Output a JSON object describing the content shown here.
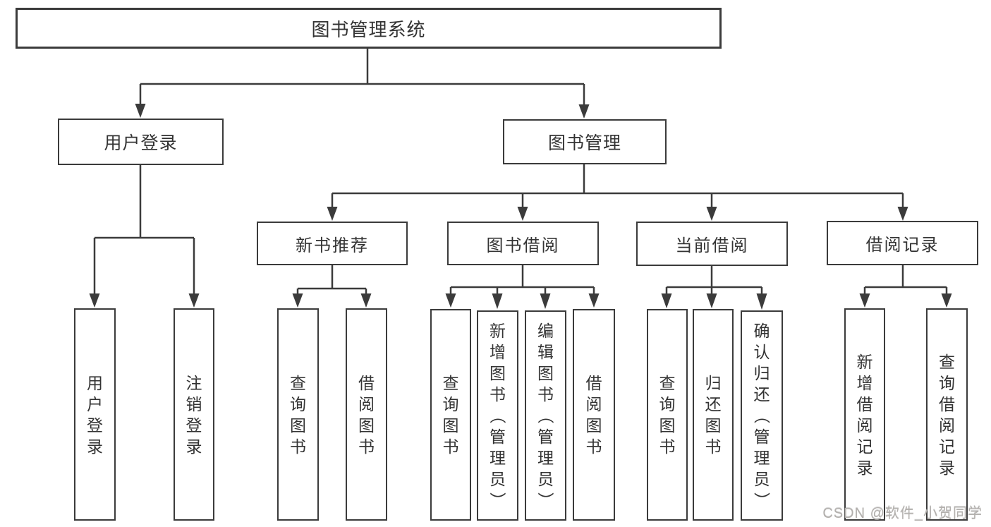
{
  "diagram_title": "图书管理系统",
  "tree": {
    "label": "图书管理系统",
    "children": [
      {
        "label": "用户登录",
        "children": [
          {
            "label": "用户登录"
          },
          {
            "label": "注销登录"
          }
        ]
      },
      {
        "label": "图书管理",
        "children": [
          {
            "label": "新书推荐",
            "children": [
              {
                "label": "查询图书"
              },
              {
                "label": "借阅图书"
              }
            ]
          },
          {
            "label": "图书借阅",
            "children": [
              {
                "label": "查询图书"
              },
              {
                "label": "新增图书（管理员）"
              },
              {
                "label": "编辑图书（管理员）"
              },
              {
                "label": "借阅图书"
              }
            ]
          },
          {
            "label": "当前借阅",
            "children": [
              {
                "label": "查询图书"
              },
              {
                "label": "归还图书"
              },
              {
                "label": "确认归还（管理员）"
              }
            ]
          },
          {
            "label": "借阅记录",
            "children": [
              {
                "label": "新增借阅记录"
              },
              {
                "label": "查询借阅记录"
              }
            ]
          }
        ]
      }
    ]
  },
  "watermark": {
    "text": "CSDN @软件_小贺同学"
  },
  "colors": {
    "line": "#3b3b3b",
    "box_border": "#3b3b3b",
    "text": "#333333",
    "watermark": "#b3b0ad",
    "background": "#ffffff"
  }
}
